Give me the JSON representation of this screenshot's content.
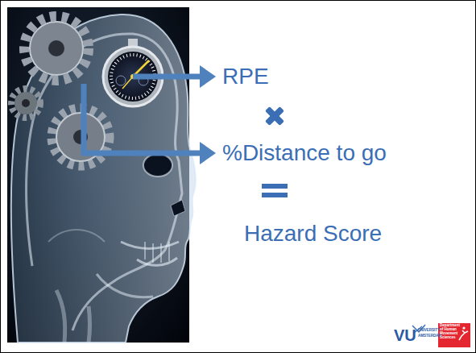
{
  "diagram": {
    "labels": [
      "RPE",
      "%Distance to go",
      "Hazard Score",
      "VU",
      "UNIVERSITY",
      "AMSTERDAM",
      "Department of Human Movement Sciences"
    ]
  }
}
